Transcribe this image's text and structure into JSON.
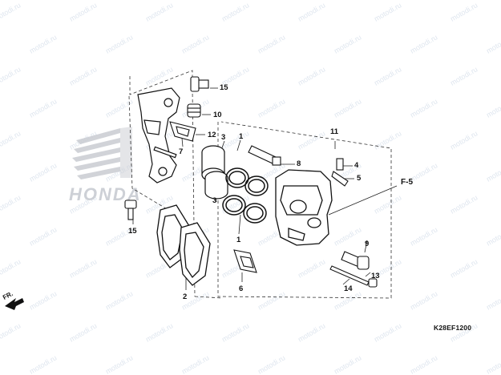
{
  "diagram": {
    "brand_text": "HONDA",
    "watermark_text": "motodi.ru",
    "diagram_code": "K28EF1200",
    "arrow_label_front": "FR.",
    "section_ref": "F-5",
    "callouts": [
      {
        "id": "c1a",
        "label": "1"
      },
      {
        "id": "c1b",
        "label": "1"
      },
      {
        "id": "c2",
        "label": "2"
      },
      {
        "id": "c3a",
        "label": "3"
      },
      {
        "id": "c3b",
        "label": "3"
      },
      {
        "id": "c4",
        "label": "4"
      },
      {
        "id": "c5",
        "label": "5"
      },
      {
        "id": "c6",
        "label": "6"
      },
      {
        "id": "c7",
        "label": "7"
      },
      {
        "id": "c8",
        "label": "8"
      },
      {
        "id": "c9",
        "label": "9"
      },
      {
        "id": "c10",
        "label": "10"
      },
      {
        "id": "c11",
        "label": "11"
      },
      {
        "id": "c12",
        "label": "12"
      },
      {
        "id": "c13",
        "label": "13"
      },
      {
        "id": "c14",
        "label": "14"
      },
      {
        "id": "c15a",
        "label": "15"
      },
      {
        "id": "c15b",
        "label": "15"
      }
    ]
  }
}
